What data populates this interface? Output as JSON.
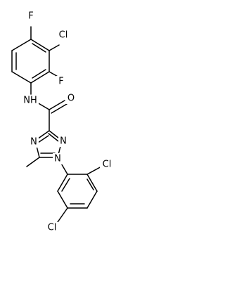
{
  "structure": {
    "bond_color": "#000000",
    "background": "#ffffff",
    "atoms": {
      "f_top": "F",
      "cl_top": "Cl",
      "f_ortho": "F",
      "nh": "NH",
      "o": "O",
      "n_triazole_left": "N",
      "n_triazole_right": "N",
      "n_triazole_bottom": "N",
      "cl_right": "Cl",
      "cl_bottom": "Cl"
    }
  }
}
